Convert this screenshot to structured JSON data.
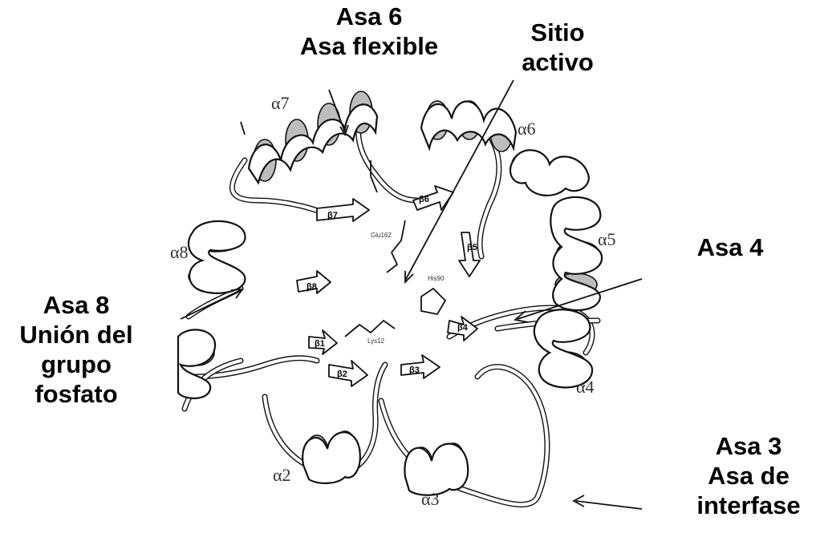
{
  "callouts": {
    "loop6": {
      "line1": "Asa 6",
      "line2": "Asa flexible"
    },
    "active_site": {
      "line1": "Sitio",
      "line2": "activo"
    },
    "loop4": {
      "line1": "Asa 4"
    },
    "loop8": {
      "line1": "Asa 8",
      "line2": "Unión del",
      "line3": "grupo",
      "line4": "fosfato"
    },
    "loop3": {
      "line1": "Asa 3",
      "line2": "Asa de",
      "line3": "interfase"
    }
  },
  "helices": [
    "α7",
    "α6",
    "α8",
    "α5",
    "α4",
    "α2",
    "α3"
  ],
  "strands": [
    "β6",
    "β7",
    "β5",
    "β8",
    "β4",
    "β1",
    "β2",
    "β3"
  ],
  "residues": [
    "Glu162",
    "His90",
    "Lys12"
  ]
}
